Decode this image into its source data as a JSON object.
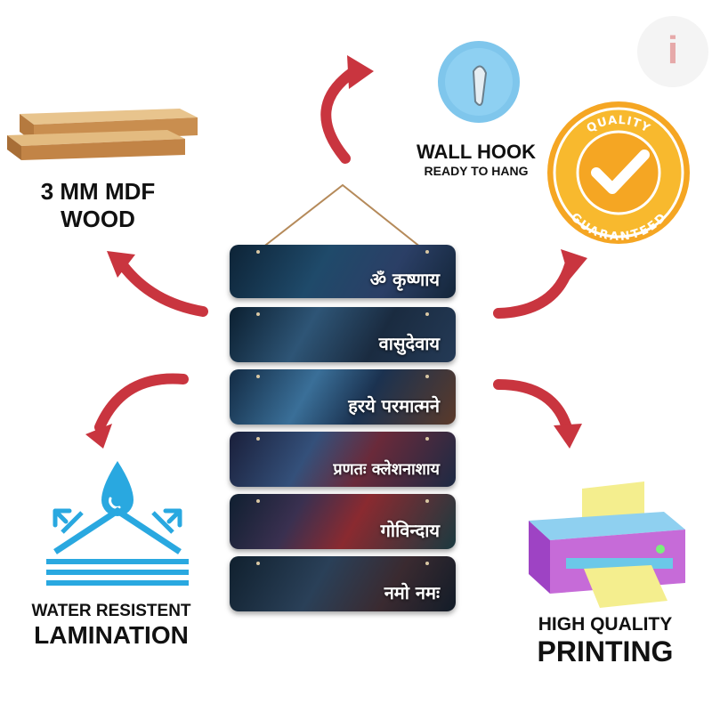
{
  "features": {
    "wood": {
      "line1": "3 MM MDF",
      "line2": "WOOD",
      "icon": "wood-planks-icon"
    },
    "hook": {
      "line1": "WALL HOOK",
      "line2": "READY TO HANG",
      "icon": "wall-hook-icon"
    },
    "quality_badge": {
      "top_text": "QUALITY",
      "bottom_text": "GUARANTEED",
      "icon": "quality-badge-icon"
    },
    "water": {
      "line1": "WATER RESISTENT",
      "line2": "LAMINATION",
      "icon": "water-drop-icon"
    },
    "printing": {
      "line1": "HIGH QUALITY",
      "line2": "PRINTING",
      "icon": "printer-icon"
    }
  },
  "hanging": {
    "planks": [
      {
        "text": "ॐ कृष्णाय"
      },
      {
        "text": "वासुदेवाय"
      },
      {
        "text": "हरये परमात्मने"
      },
      {
        "text": "प्रणतः क्लेशनाशाय"
      },
      {
        "text": "गोविन्दाय"
      },
      {
        "text": "नमो नमः"
      }
    ]
  },
  "colors": {
    "arrow": "#c9353f",
    "badge_gold": "#f5a623",
    "water_blue": "#29a8e0",
    "plank_dark": "#0f2a3a"
  },
  "logo": {
    "letter": "i"
  }
}
